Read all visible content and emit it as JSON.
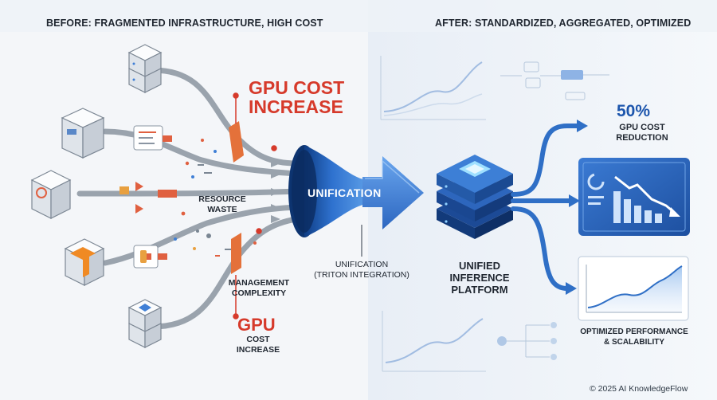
{
  "header": {
    "before": "BEFORE: FRAGMENTED INFRASTRUCTURE, HIGH COST",
    "after": "AFTER: STANDARDIZED, AGGREGATED, OPTIMIZED"
  },
  "labels": {
    "cost_top_1": "GPU COST",
    "cost_top_2": "INCREASE",
    "resource_1": "RESOURCE",
    "resource_2": "WASTE",
    "mgmt_1": "MANAGEMENT",
    "mgmt_2": "COMPLEXITY",
    "cost_bot_1": "GPU",
    "cost_bot_2": "COST",
    "cost_bot_3": "INCREASE",
    "funnel": "UNIFICATION",
    "unif_1": "UNIFICATION",
    "unif_2": "(TRITON INTEGRATION)",
    "platform_1": "UNIFIED",
    "platform_2": "INFERENCE",
    "platform_3": "PLATFORM",
    "pct": "50%",
    "reduction_1": "GPU COST",
    "reduction_2": "REDUCTION",
    "perf_1": "OPTIMIZED PERFORMANCE",
    "perf_2": "& SCALABILITY"
  },
  "footer": {
    "copyright": "© 2025 AI KnowledgeFlow"
  },
  "colors": {
    "accent_blue": "#2f6fc6",
    "cost_red": "#d63a2b",
    "pipe_gray": "#9aa3ad",
    "text_dark": "#1f2630"
  },
  "icons": [
    "server-stack-icon",
    "document-icon",
    "refresh-icon",
    "tensorflow-icon",
    "network-icon",
    "funnel-icon",
    "dashboard-icon",
    "chart-icon"
  ]
}
